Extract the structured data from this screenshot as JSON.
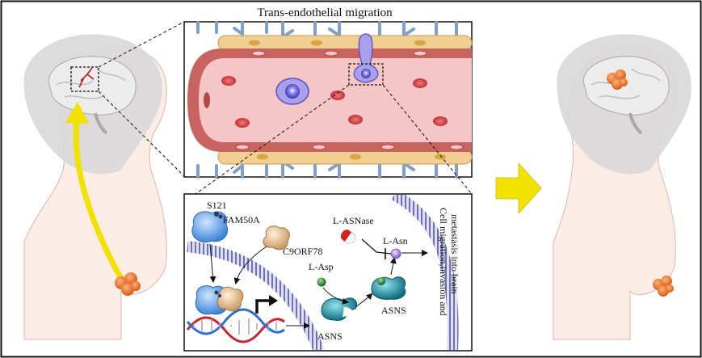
{
  "title": "Trans-endothelial migration",
  "labels": {
    "s121": "S121",
    "fam50a": "FAM50A",
    "c9orf78": "C9ORF78",
    "l_asp": "L-Asp",
    "l_asnase": "L-ASNase",
    "l_asn": "L-Asn",
    "asns_1": "ASNS",
    "asns_2": "ASNS",
    "outcome_line1": "Cell migration,invasion and",
    "outcome_line2": "metastasis into brain"
  },
  "colors": {
    "vessel_wall": "#c8645f",
    "vessel_lumen": "#f4c6c6",
    "tumor": "#e8702a",
    "arrow_yellow": "#f2e200",
    "membrane": "#5a5aa8",
    "dna_red": "#d21f2a",
    "dna_blue": "#2a6fd0",
    "asns_teal": "#1f9bab"
  }
}
